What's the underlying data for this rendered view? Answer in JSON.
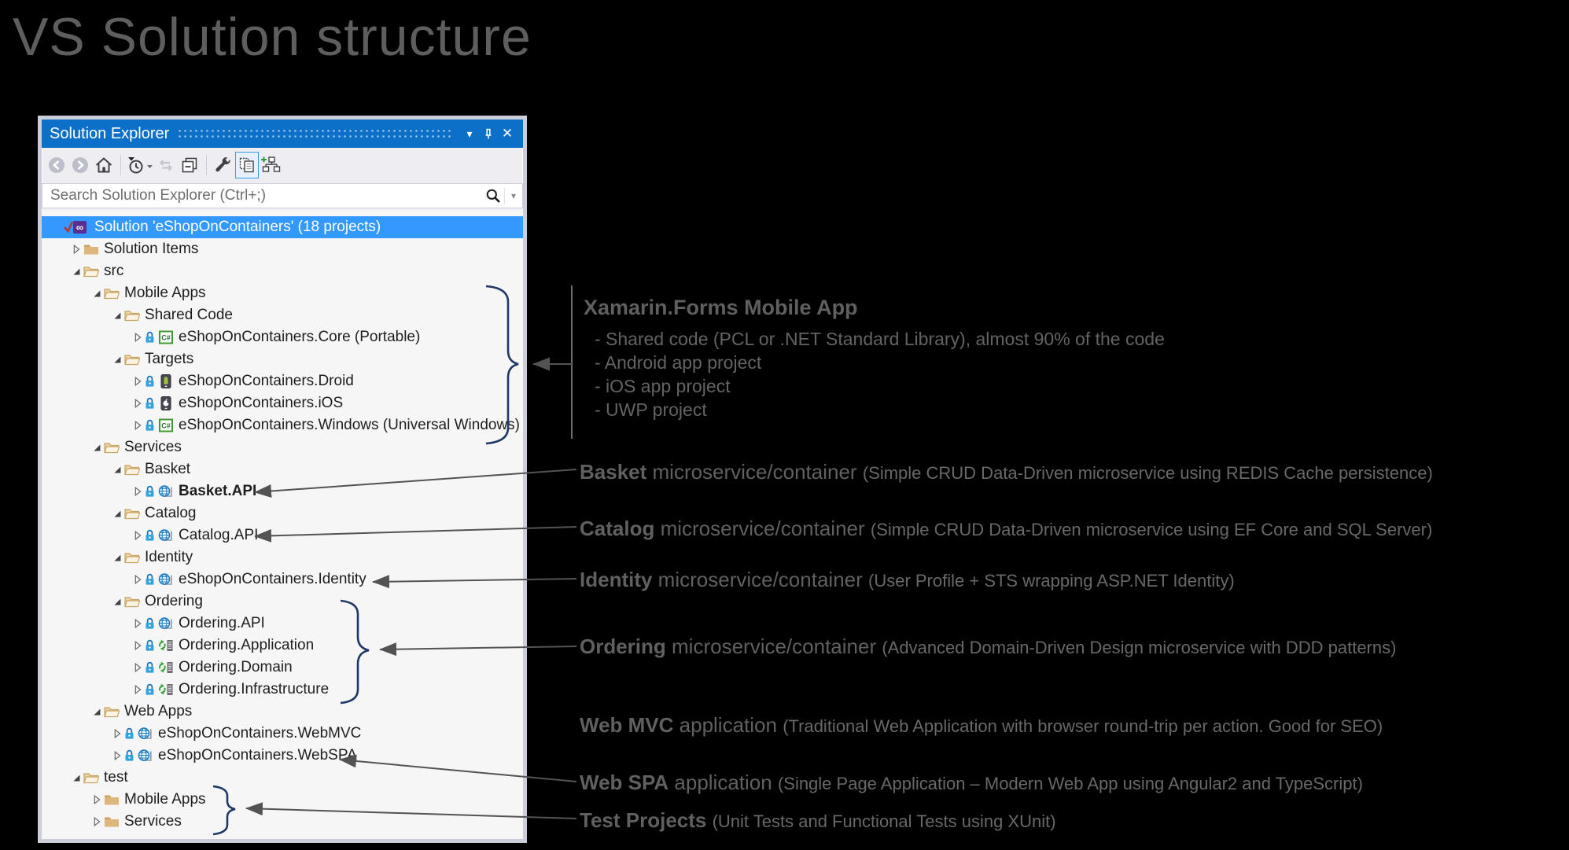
{
  "slide": {
    "title": "VS Solution structure"
  },
  "panel": {
    "title": "Solution Explorer",
    "titlebar_icons": [
      {
        "name": "window-position-dropdown",
        "glyph": "▾"
      },
      {
        "name": "pin",
        "glyph": ""
      },
      {
        "name": "close",
        "glyph": "✕"
      }
    ],
    "toolbar_buttons": [
      {
        "name": "back",
        "disabled": true
      },
      {
        "name": "forward",
        "disabled": true
      },
      {
        "name": "home"
      },
      {
        "name": "pending-changes-filter"
      },
      {
        "name": "refresh",
        "disabled": true
      },
      {
        "name": "collapse-all"
      },
      {
        "name": "properties-wrench"
      },
      {
        "name": "show-all-files",
        "active": true
      },
      {
        "name": "sync-with-active-document"
      }
    ],
    "search": {
      "placeholder": "Search Solution Explorer (Ctrl+;)"
    }
  },
  "tree": {
    "rows": [
      {
        "label": "Solution 'eShopOnContainers' (18 projects)",
        "level": 0,
        "expander": null,
        "icon": "solution",
        "selected": true
      },
      {
        "label": "Solution Items",
        "level": 1,
        "expander": "collapsed",
        "icon": "folder-closed"
      },
      {
        "label": "src",
        "level": 1,
        "expander": "expanded",
        "icon": "folder-open"
      },
      {
        "label": "Mobile Apps",
        "level": 2,
        "expander": "expanded",
        "icon": "folder-open"
      },
      {
        "label": "Shared Code",
        "level": 3,
        "expander": "expanded",
        "icon": "folder-open"
      },
      {
        "label": "eShopOnContainers.Core (Portable)",
        "level": 4,
        "expander": "collapsed",
        "icon": "csharp-project",
        "lock": true
      },
      {
        "label": "Targets",
        "level": 3,
        "expander": "expanded",
        "icon": "folder-open"
      },
      {
        "label": "eShopOnContainers.Droid",
        "level": 4,
        "expander": "collapsed",
        "icon": "android-project",
        "lock": true
      },
      {
        "label": "eShopOnContainers.iOS",
        "level": 4,
        "expander": "collapsed",
        "icon": "ios-project",
        "lock": true
      },
      {
        "label": "eShopOnContainers.Windows (Universal Windows)",
        "level": 4,
        "expander": "collapsed",
        "icon": "csharp-project",
        "lock": true
      },
      {
        "label": "Services",
        "level": 2,
        "expander": "expanded",
        "icon": "folder-open"
      },
      {
        "label": "Basket",
        "level": 3,
        "expander": "expanded",
        "icon": "folder-open"
      },
      {
        "label": "Basket.API",
        "level": 4,
        "expander": "collapsed",
        "icon": "web-project",
        "lock": true,
        "bold": true
      },
      {
        "label": "Catalog",
        "level": 3,
        "expander": "expanded",
        "icon": "folder-open"
      },
      {
        "label": "Catalog.API",
        "level": 4,
        "expander": "collapsed",
        "icon": "web-project",
        "lock": true
      },
      {
        "label": "Identity",
        "level": 3,
        "expander": "expanded",
        "icon": "folder-open"
      },
      {
        "label": "eShopOnContainers.Identity",
        "level": 4,
        "expander": "collapsed",
        "icon": "web-project",
        "lock": true
      },
      {
        "label": "Ordering",
        "level": 3,
        "expander": "expanded",
        "icon": "folder-open"
      },
      {
        "label": "Ordering.API",
        "level": 4,
        "expander": "collapsed",
        "icon": "web-project",
        "lock": true
      },
      {
        "label": "Ordering.Application",
        "level": 4,
        "expander": "collapsed",
        "icon": "library-project",
        "lock": true
      },
      {
        "label": "Ordering.Domain",
        "level": 4,
        "expander": "collapsed",
        "icon": "library-project",
        "lock": true
      },
      {
        "label": "Ordering.Infrastructure",
        "level": 4,
        "expander": "collapsed",
        "icon": "library-project",
        "lock": true
      },
      {
        "label": "Web Apps",
        "level": 2,
        "expander": "expanded",
        "icon": "folder-open"
      },
      {
        "label": "eShopOnContainers.WebMVC",
        "level": 3,
        "expander": "collapsed",
        "icon": "web-project",
        "lock": true
      },
      {
        "label": "eShopOnContainers.WebSPA",
        "level": 3,
        "expander": "collapsed",
        "icon": "web-project",
        "lock": true
      },
      {
        "label": "test",
        "level": 1,
        "expander": "expanded",
        "icon": "folder-open"
      },
      {
        "label": "Mobile Apps",
        "level": 2,
        "expander": "collapsed",
        "icon": "folder-closed"
      },
      {
        "label": "Services",
        "level": 2,
        "expander": "collapsed",
        "icon": "folder-closed"
      }
    ]
  },
  "annotations": {
    "xamarin": {
      "heading": "Xamarin.Forms Mobile App",
      "bullets": [
        "- Shared code (PCL or .NET Standard Library), almost 90% of the code",
        "- Android app project",
        "- iOS app project",
        "- UWP project"
      ]
    },
    "callouts": [
      {
        "bold": "Basket",
        "mid": " microservice/container ",
        "small": "(Simple CRUD Data-Driven microservice using REDIS Cache persistence)"
      },
      {
        "bold": "Catalog",
        "mid": " microservice/container ",
        "small": "(Simple CRUD Data-Driven microservice using EF Core and SQL Server)"
      },
      {
        "bold": "Identity",
        "mid": " microservice/container ",
        "small": "(User Profile + STS wrapping ASP.NET Identity)"
      },
      {
        "bold": "Ordering",
        "mid": " microservice/container ",
        "small": "(Advanced Domain-Driven Design microservice with DDD patterns)"
      },
      {
        "bold": "Web MVC",
        "mid": " application ",
        "small": "(Traditional Web Application with browser round-trip per action. Good for SEO)"
      },
      {
        "bold": "Web SPA",
        "mid": " application ",
        "small": "(Single Page Application – Modern Web App using Angular2 and TypeScript)"
      },
      {
        "bold": "Test Projects",
        "mid": " ",
        "small": "(Unit Tests and Functional Tests using XUnit)"
      }
    ]
  },
  "colors": {
    "titlebar_blue": "#0D70C8",
    "selection_blue": "#3399FF",
    "folder_tan": "#DCB67A",
    "lock_blue": "#35A3DC",
    "annotation_gray": "#5F5F5F",
    "brace_navy": "#1F3864",
    "arrow_gray": "#535353"
  }
}
